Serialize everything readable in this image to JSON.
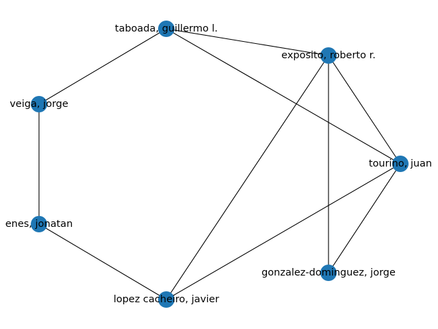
{
  "graph": {
    "node_color": "#1f77b4",
    "edge_color": "#000000",
    "nodes": [
      {
        "id": "taboada",
        "label": "taboada, guillermo l."
      },
      {
        "id": "exposito",
        "label": "exposito, roberto r."
      },
      {
        "id": "veiga",
        "label": "veiga, jorge"
      },
      {
        "id": "tourino",
        "label": "tourino, juan"
      },
      {
        "id": "jonatan",
        "label": "enes, jonatan"
      },
      {
        "id": "gonzalez",
        "label": "gonzalez-dominguez, jorge"
      },
      {
        "id": "lopez",
        "label": "lopez cacheiro, javier"
      }
    ],
    "edges": [
      [
        "taboada",
        "exposito"
      ],
      [
        "taboada",
        "veiga"
      ],
      [
        "taboada",
        "tourino"
      ],
      [
        "exposito",
        "tourino"
      ],
      [
        "exposito",
        "gonzalez"
      ],
      [
        "exposito",
        "lopez"
      ],
      [
        "veiga",
        "jonatan"
      ],
      [
        "jonatan",
        "lopez"
      ],
      [
        "tourino",
        "lopez"
      ],
      [
        "tourino",
        "gonzalez"
      ]
    ]
  }
}
